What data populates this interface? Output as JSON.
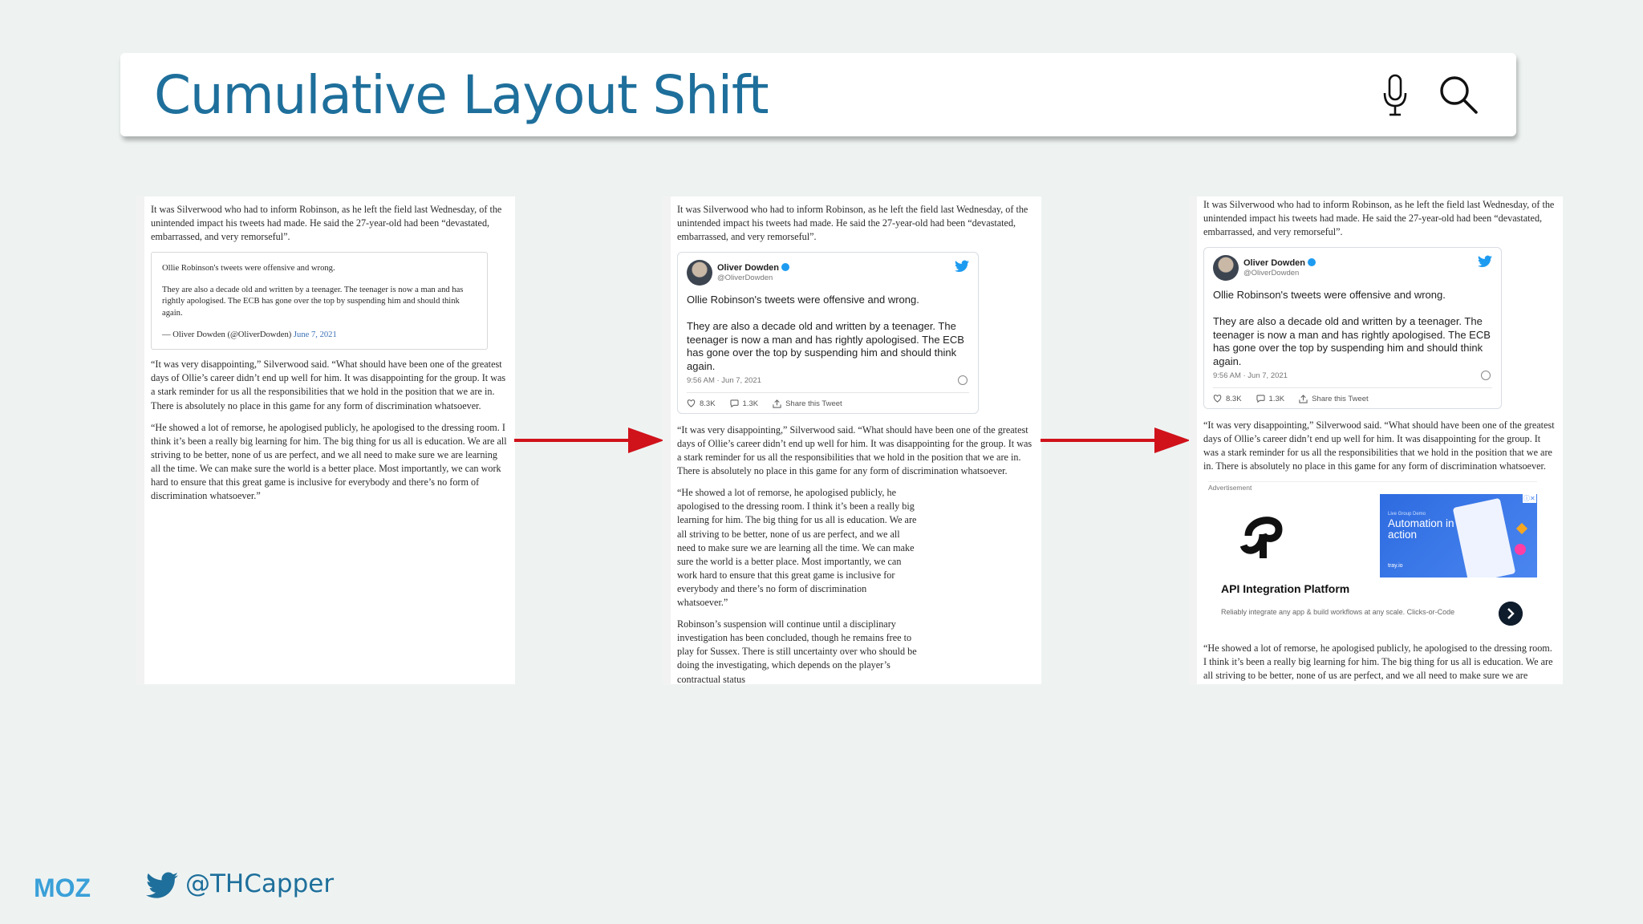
{
  "slide": {
    "title": "Cumulative Layout Shift",
    "footer_handle": "@THCapper",
    "footer_logo_text": "MOZ"
  },
  "article": {
    "para_intro": "It was Silverwood who had to inform Robinson, as he left the field last Wednesday, of the unintended impact his tweets had made. He said the 27-year-old had been “devastated, embarrassed, and very remorseful”.",
    "para_quote1": "“It was very disappointing,” Silverwood said. “What should have been one of the greatest days of Ollie’s career didn’t end up well for him. It was disappointing for the group. It was a stark reminder for us all the responsibilities that we hold in the position that we are in. There is absolutely no place in this game for any form of discrimination whatsoever.",
    "para_quote2": "“He showed a lot of remorse, he apologised publicly, he apologised to the dressing room. I think it’s been a really big learning for him. The big thing for us all is education. We are all striving to be better, none of us are perfect, and we all need to make sure we are learning all the time. We can make sure the world is a better place. Most importantly, we can work hard to ensure that this great game is inclusive for everybody and there’s no form of discrimination whatsoever.”",
    "para_suspension": "Robinson’s suspension will continue until a disciplinary investigation has been concluded, though he remains free to play for Sussex. There is still uncertainty over who should be doing the investigating, which depends on the player’s contractual status"
  },
  "tweet": {
    "name": "Oliver Dowden",
    "handle": "@OliverDowden",
    "text1": "Ollie Robinson's tweets were offensive and wrong.",
    "text2": "They are also a decade old and written by a teenager. The teenager is now a man and has rightly apologised. The ECB has gone over the top by suspending him and should think again.",
    "signature": "— Oliver Dowden (@OliverDowden)",
    "date": "June 7, 2021",
    "meta": "9:56 AM · Jun 7, 2021",
    "likes": "8.3K",
    "replies": "1.3K",
    "share": "Share this Tweet"
  },
  "ad": {
    "label": "Advertisement",
    "title": "API Integration Platform",
    "description": "Reliably integrate any app & build workflows at any scale. Clicks-or-Code",
    "banner_small": "Live Group Demo",
    "banner_big": "Automation in action",
    "banner_brand": "tray.io"
  },
  "colors": {
    "title": "#1e6f9b",
    "arrow": "#d0121b",
    "twitter": "#1d9bf0"
  }
}
